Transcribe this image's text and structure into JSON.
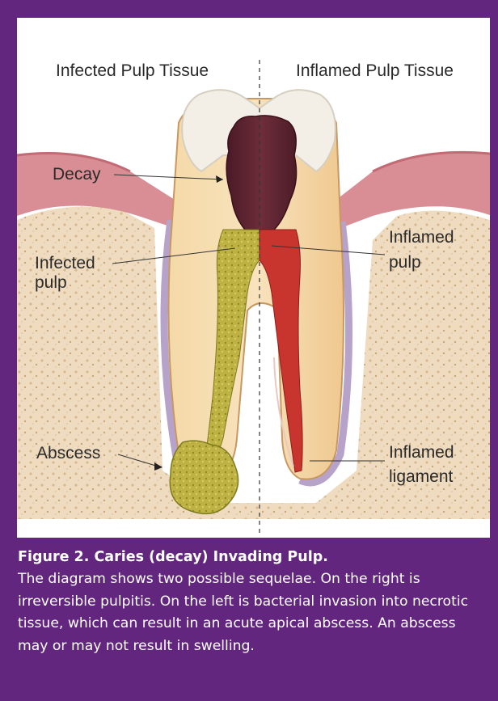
{
  "figure": {
    "header_left": "Infected Pulp Tissue",
    "header_right": "Inflamed Pulp Tissue",
    "labels": {
      "decay": "Decay",
      "infected_pulp_line1": "Infected",
      "infected_pulp_line2": "pulp",
      "abscess": "Abscess",
      "inflamed_pulp_line1": "Inflamed",
      "inflamed_pulp_line2": "pulp",
      "inflamed_ligament_line1": "Inflamed",
      "inflamed_ligament_line2": "ligament"
    }
  },
  "caption": {
    "title": "Figure 2. Caries (decay) Invading Pulp.",
    "body": "The diagram shows two possible sequelae. On the right is irreversible pulpitis. On the left is bacterial invasion into necrotic tissue, which can result in an acute apical abscess. An abscess may or may not result in swelling."
  },
  "colors": {
    "background": "#62267e",
    "panel": "#ffffff",
    "enamel": "#f3efe6",
    "dentin": "#f2cf98",
    "decay": "#5a2230",
    "gum": "#d98e95",
    "bone": "#efdcc0",
    "infected_pulp": "#b9ae40",
    "inflamed_pulp": "#c8352e",
    "caption_text": "#ffffff"
  }
}
